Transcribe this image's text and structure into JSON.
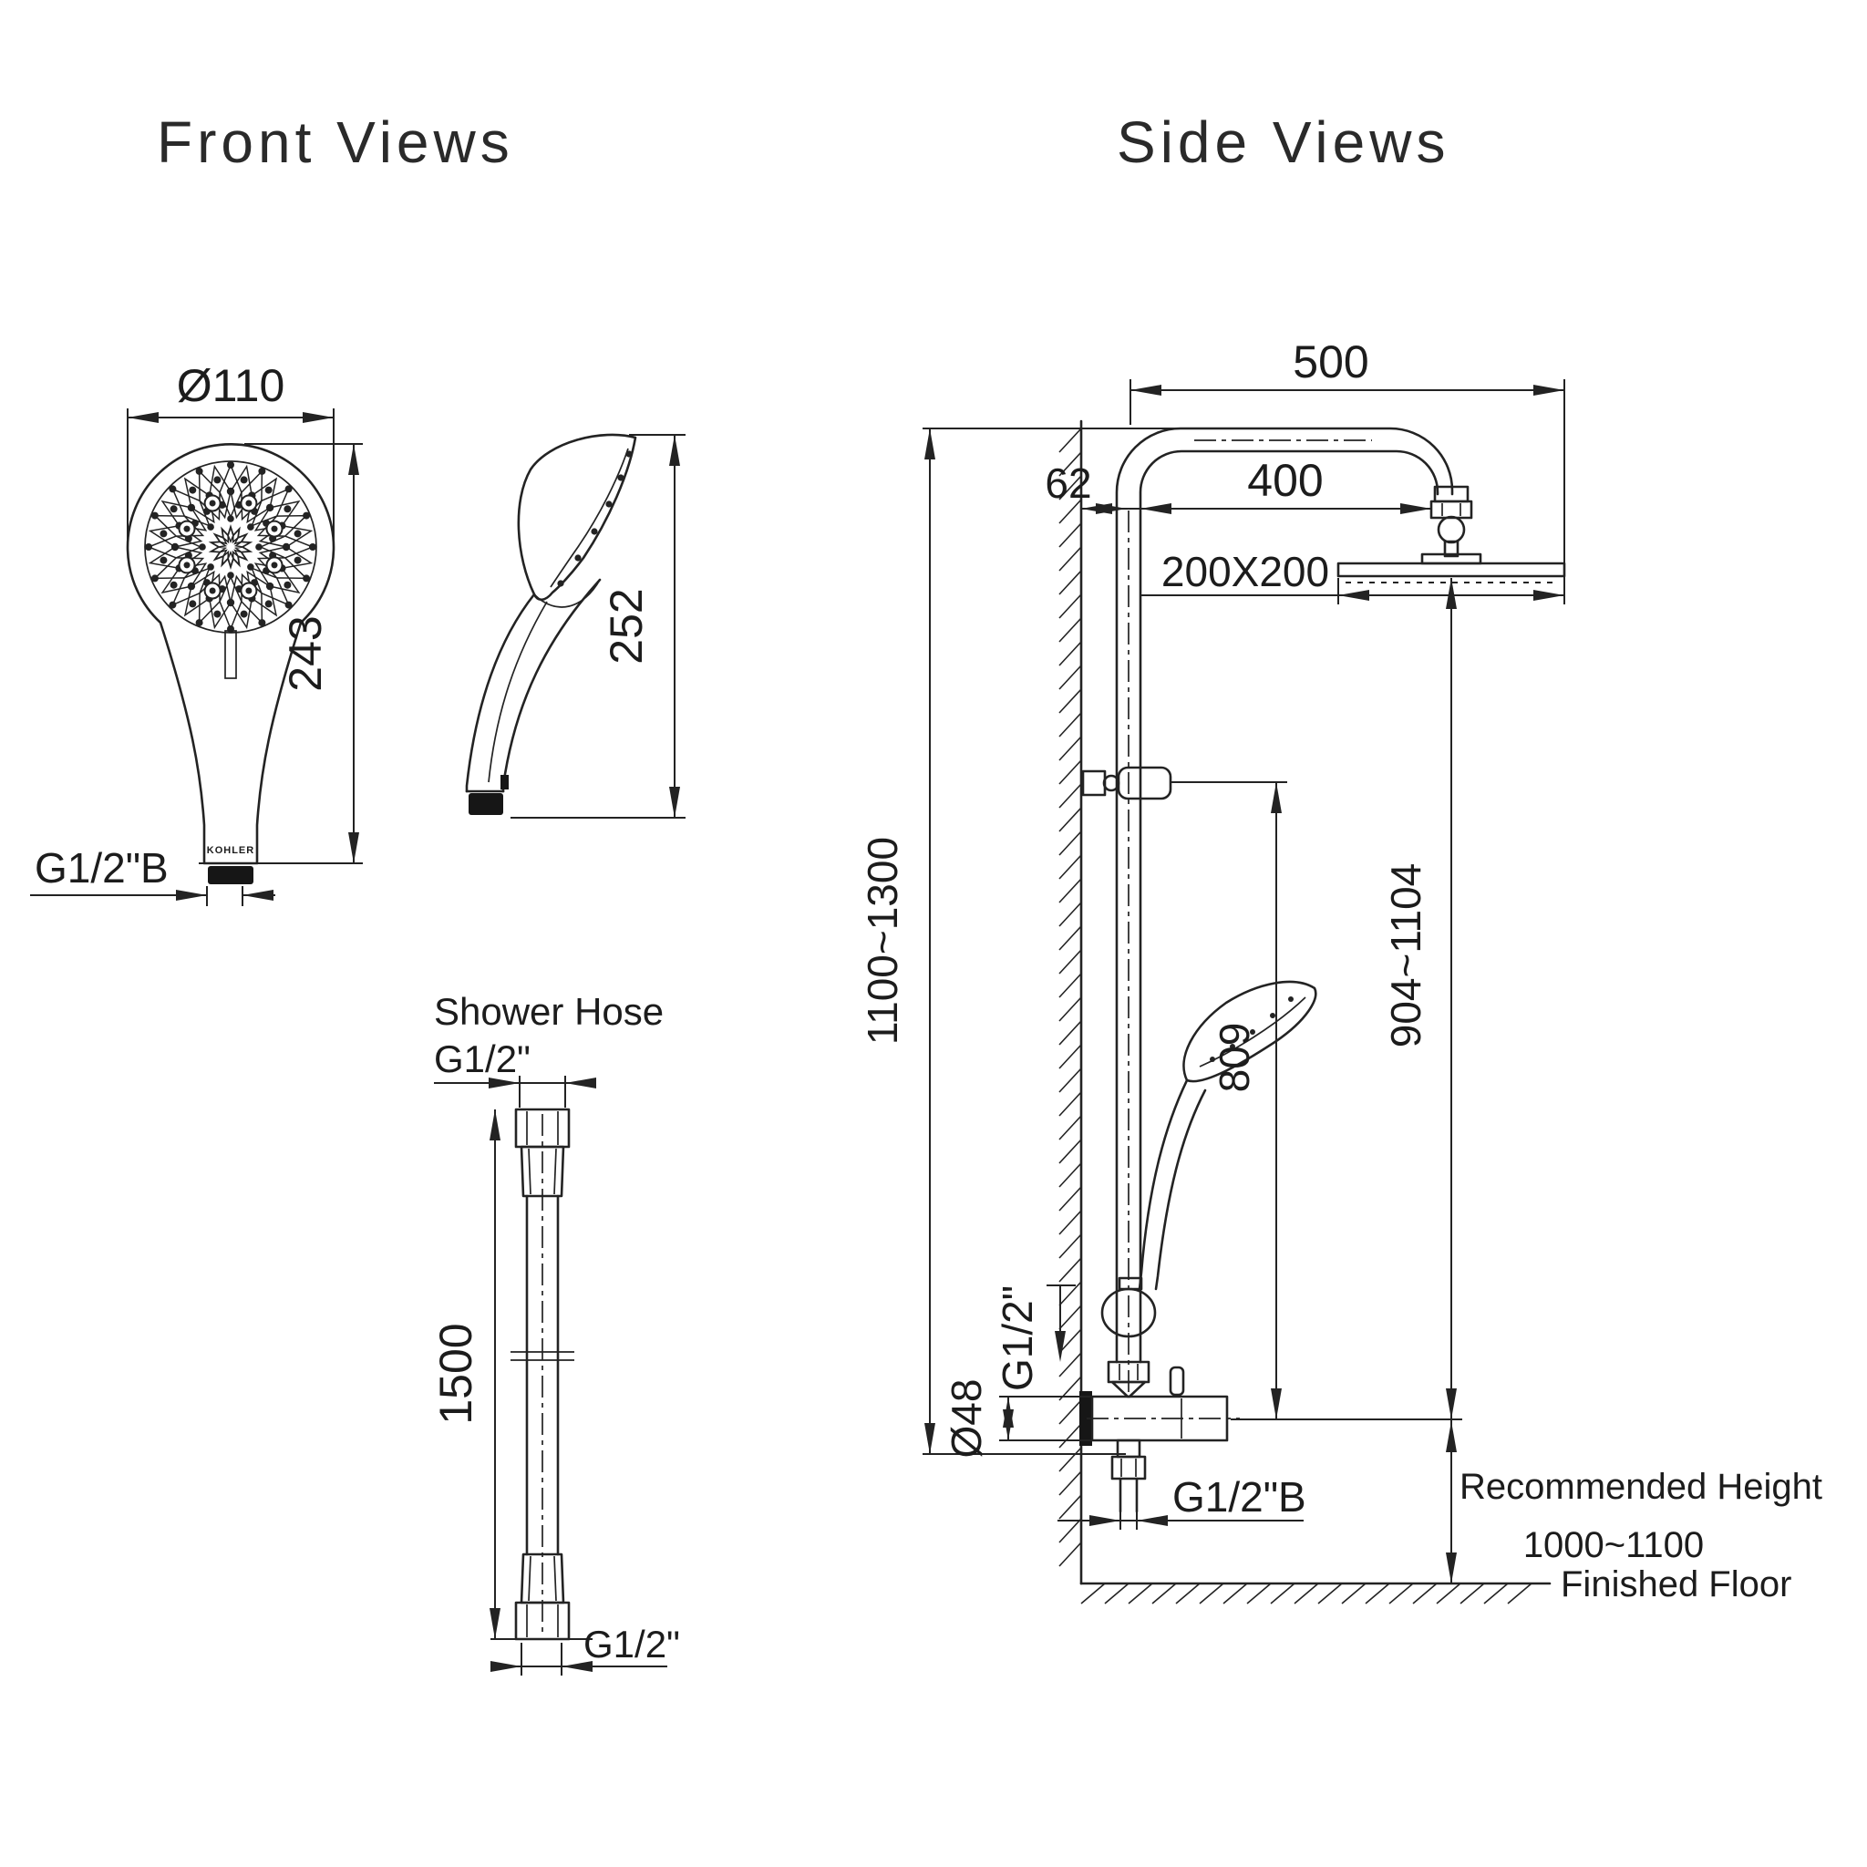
{
  "front_section": {
    "title": "Front Views",
    "handshower_front": {
      "diameter": "Ø110",
      "height": "243",
      "outlet_thread": "G1/2\"B",
      "brand": "KOHLER"
    },
    "handshower_side": {
      "height": "252"
    },
    "hose": {
      "title": "Shower Hose",
      "top_thread": "G1/2\"",
      "length": "1500",
      "bottom_thread": "G1/2\""
    }
  },
  "side_section": {
    "title": "Side Views",
    "dims": {
      "arm_total": "500",
      "wall_offset": "62",
      "arm_length": "400",
      "head_size": "200X200",
      "column_height": "1100~1300",
      "head_height": "904~1104",
      "bar_length": "809",
      "riser_thread": "G1/2\"",
      "valve_body_diameter": "Ø48",
      "outlet_thread": "G1/2\"B"
    },
    "notes": {
      "recommended_height": "Recommended Height",
      "recommended_height_value": "1000~1100",
      "floor": "Finished Floor"
    }
  }
}
